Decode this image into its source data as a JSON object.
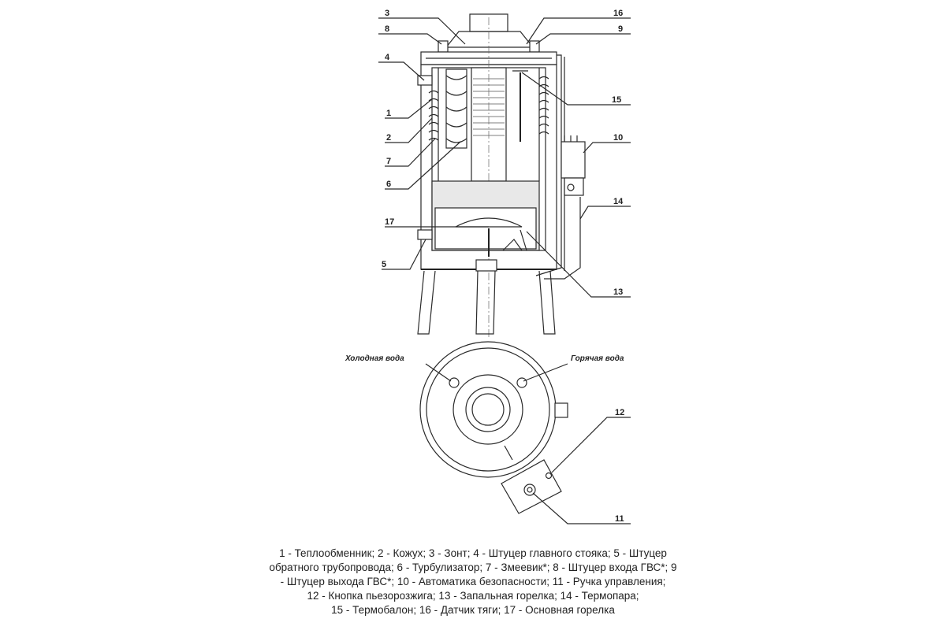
{
  "callouts": {
    "c1": "1",
    "c2": "2",
    "c3": "3",
    "c4": "4",
    "c5": "5",
    "c6": "6",
    "c7": "7",
    "c8": "8",
    "c9": "9",
    "c10": "10",
    "c11": "11",
    "c12": "12",
    "c13": "13",
    "c14": "14",
    "c15": "15",
    "c16": "16",
    "c17": "17"
  },
  "water": {
    "cold": "Холодная вода",
    "hot": "Горячая вода"
  },
  "legend": {
    "line1": "1 - Теплообменник; 2 - Кожух; 3 - Зонт; 4 - Штуцер главного стояка; 5 - Штуцер",
    "line2": "обратного трубопровода; 6 - Турбулизатор; 7 - Змеевик*; 8 - Штуцер входа ГВС*; 9",
    "line3": "- Штуцер выхода ГВС*; 10 - Автоматика безопасности; 11 - Ручка управления;",
    "line4": "12 - Кнопка пьезорозжига; 13 - Запальная горелка; 14 - Термопара;",
    "line5": "15 - Термобалон; 16 - Датчик тяги; 17 - Основная горелка"
  }
}
